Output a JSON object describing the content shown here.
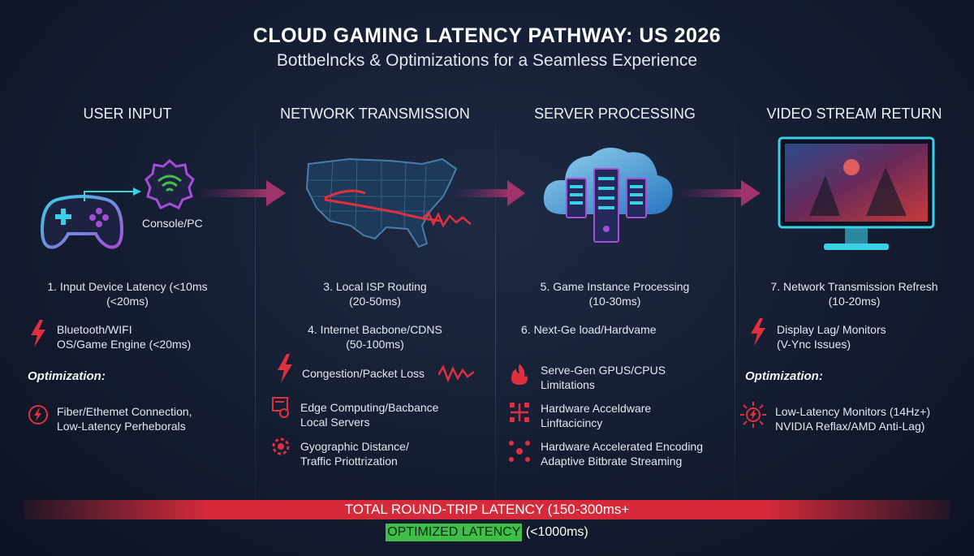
{
  "header": {
    "title": "CLOUD GAMING LATENCY PATHWAY: US 2026",
    "subtitle": "Bottbelncks & Optimizations for a Seamless Experience"
  },
  "columns": {
    "user_input": {
      "title": "USER INPUT",
      "console_label": "Console/PC",
      "step1_line1": "1.  Input Device Latency (<10ms",
      "step1_line2": "(<20ms)",
      "bottleneck_line1": "Bluetooth/WIFI",
      "bottleneck_line2": "OS/Game Engine (<20ms)",
      "optimization_label": "Optimization:",
      "opt_line1": "Fiber/Ethemet Connection,",
      "opt_line2": "Low-Latency Perheborals"
    },
    "network": {
      "title": "NETWORK TRANSMISSION",
      "step3_line1": "3.  Local ISP Routing",
      "step3_line2": "(20-50ms)",
      "step4_line1": "4.  Internet Bacbone/CDNS",
      "step4_line2": "(50-100ms)",
      "bottleneck": "Congestion/Packet Loss",
      "item1_line1": "Edge Computing/Bacbance",
      "item1_line2": "Local Servers",
      "item2_line1": "Gyographic Distance/",
      "item2_line2": "Traffic Priottrization"
    },
    "server": {
      "title": "SERVER PROCESSING",
      "step5_line1": "5.  Game Instance Processing",
      "step5_line2": "(10-30ms)",
      "step6": "6.  Next-Ge load/Hardvame",
      "item1_line1": "Serve-Gen GPUS/CPUS",
      "item1_line2": "Limitations",
      "item2_line1": "Hardware Acceldware",
      "item2_line2": "Linftacicincy",
      "item3_line1": "Hardware Accelerated Encoding",
      "item3_line2": "Adaptive Bitbrate Streaming"
    },
    "video": {
      "title": "VIDEO STREAM RETURN",
      "step7_line1": "7.  Network Transmission Refresh",
      "step7_line2": "(10-20ms)",
      "bottleneck_line1": "Display Lag/ Monitors",
      "bottleneck_line2": "(V-Ync Issues)",
      "optimization_label": "Optimization:",
      "opt_line1": "Low-Latency Monitors (14Hz+)",
      "opt_line2": "NVIDIA Reflax/AMD Anti-Lag)"
    }
  },
  "footer": {
    "total": "TOTAL ROUND-TRIP LATENCY (150-300ms+",
    "optimized_highlight": "OPTIMIZED LATENCY",
    "optimized_rest": " (<1000ms)"
  },
  "colors": {
    "accent_red": "#e03040",
    "accent_green": "#3fbf4a",
    "accent_purple": "#8a3a9c",
    "accent_cyan": "#3ad0e6"
  },
  "icons": [
    "gamepad-icon",
    "wifi-badge-icon",
    "us-map-icon",
    "cloud-server-icon",
    "monitor-icon",
    "lightning-icon",
    "fire-icon",
    "gear-icon",
    "network-icon",
    "sun-icon"
  ]
}
